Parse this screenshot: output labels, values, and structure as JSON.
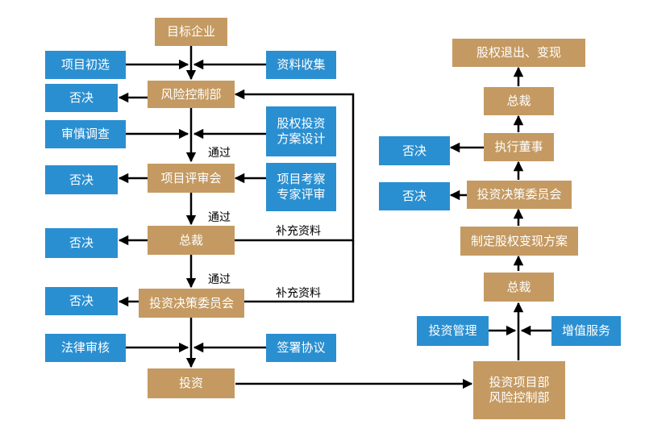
{
  "nodes": {
    "target": "目标企业",
    "prelim": "项目初选",
    "collect": "资料收集",
    "risk": "风险控制部",
    "reject1": "否决",
    "diligence": "审慎调查",
    "design": "股权投资\n方案设计",
    "review": "项目评审会",
    "reject2": "否决",
    "expert": "项目考察\n专家评审",
    "ceo1": "总裁",
    "reject3": "否决",
    "committee1": "投资决策委员会",
    "reject4": "否决",
    "legal": "法律审核",
    "sign": "签署协议",
    "invest": "投资",
    "dept": "投资项目部\n风险控制部",
    "mgmt": "投资管理",
    "value": "增值服务",
    "ceo2": "总裁",
    "plan": "制定股权变现方案",
    "committee2": "投资决策委员会",
    "reject5": "否决",
    "board": "执行董事",
    "reject6": "否决",
    "ceo3": "总裁",
    "exit": "股权退出、变现"
  },
  "labels": {
    "pass1": "通过",
    "pass2": "通过",
    "pass3": "通过",
    "supp1": "补充资料",
    "supp2": "补充资料"
  },
  "colors": {
    "process": "#c49a62",
    "input": "#2a8fd1",
    "line": "#000000"
  }
}
